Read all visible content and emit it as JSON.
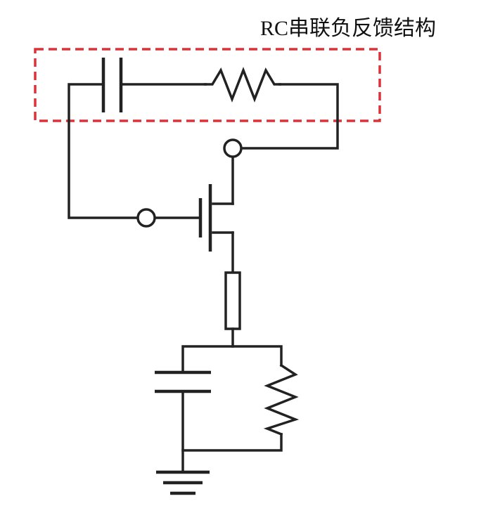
{
  "diagram": {
    "annotation_label": "RC串联负反馈结构",
    "colors": {
      "wire": "#222222",
      "highlight": "#d9333a",
      "label": "#111111"
    },
    "components": [
      "feedback-capacitor",
      "feedback-resistor",
      "output-terminal",
      "input-terminal",
      "mosfet",
      "source-resistor",
      "load-capacitor",
      "load-resistor",
      "ground"
    ]
  }
}
